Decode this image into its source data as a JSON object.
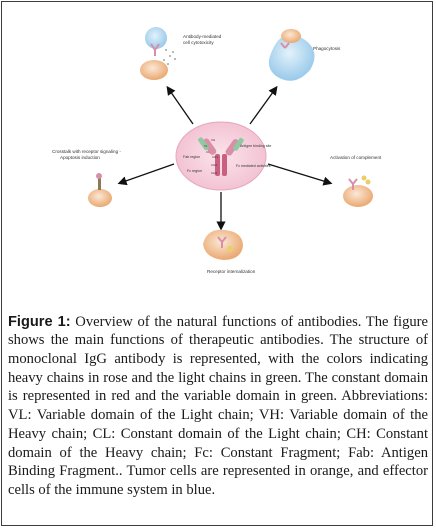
{
  "diagram": {
    "center": {
      "labels": [
        "Fab region",
        "Fc region",
        "Antigen binding site",
        "Fc mediated activities"
      ],
      "domain_labels": [
        "VH",
        "VL",
        "CL",
        "CH1",
        "CH2",
        "CH3"
      ]
    },
    "effects": {
      "adcc": "Antibody-mediated\ncell cytotoxicity",
      "phagocytosis": "Phagocytosis",
      "crosstalk": "Crosstalk with receptor signaling -\nApoptosis induction",
      "complement": "Activation of complement",
      "internalization": "Receptor internalization"
    },
    "colors": {
      "heavy_chain": "#d98fa8",
      "light_chain": "#8fc9a0",
      "tumor_cell": "#f0a050",
      "effector_cell": "#7fb8e0",
      "arrow": "#111111"
    }
  },
  "caption": {
    "label": "Figure 1:",
    "text": " Overview of the natural functions of antibodies. The figure shows the main functions of therapeutic antibodies. The structure of monoclonal IgG antibody is represented, with the colors indicating heavy chains in rose and the light chains in green. The constant domain is represented in red and the variable domain in green. Abbreviations: VL: Variable domain of the Light chain; VH: Variable domain of the Heavy chain; CL: Constant domain of the Light chain; CH: Constant domain of the Heavy chain; Fc: Constant Fragment; Fab: Antigen Binding Fragment.. Tumor cells are represented in orange, and effector cells of the immune system in blue."
  }
}
